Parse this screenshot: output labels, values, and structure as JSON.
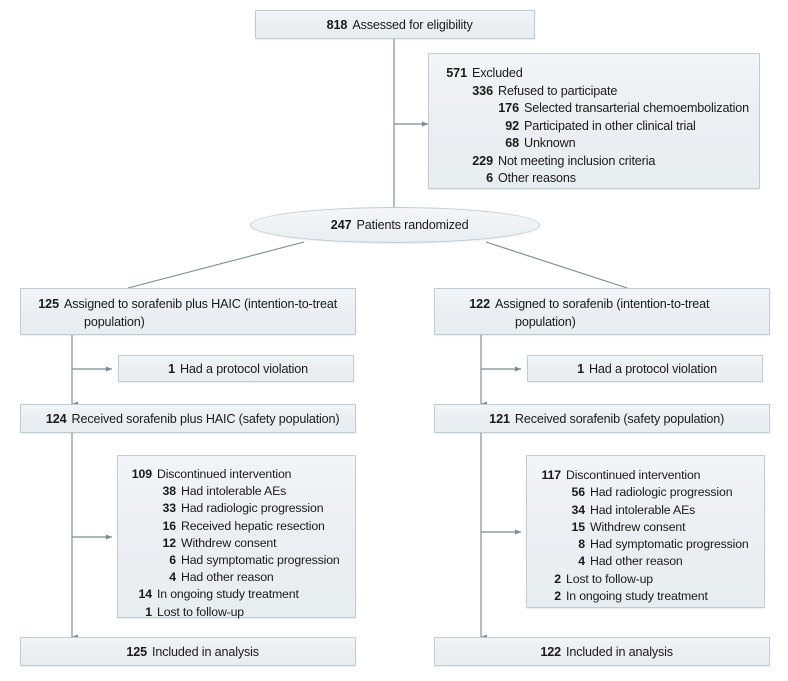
{
  "diagram": {
    "type": "consort-flow-diagram",
    "title": "Randomized clinical trial participant flow",
    "colors": {
      "box_fill": "#eceff2",
      "box_border": "#c3cbd2",
      "connector": "#7e8a92",
      "text": "#1a1a1a"
    },
    "nodes": {
      "assessed": {
        "name": "assessed-for-eligibility",
        "rows": [
          {
            "n": "818",
            "label": "Assessed for eligibility"
          }
        ]
      },
      "excluded": {
        "name": "excluded",
        "rows": [
          {
            "n": "571",
            "label": "Excluded",
            "indent": 0
          },
          {
            "n": "336",
            "label": "Refused to participate",
            "indent": 1
          },
          {
            "n": "176",
            "label": "Selected transarterial chemoembolization",
            "indent": 2
          },
          {
            "n": "92",
            "label": "Participated in other clinical trial",
            "indent": 2
          },
          {
            "n": "68",
            "label": "Unknown",
            "indent": 2
          },
          {
            "n": "229",
            "label": "Not meeting inclusion criteria",
            "indent": 1
          },
          {
            "n": "6",
            "label": "Other reasons",
            "indent": 1
          }
        ]
      },
      "randomized": {
        "name": "patients-randomized",
        "rows": [
          {
            "n": "247",
            "label": "Patients randomized"
          }
        ]
      },
      "left_assigned": {
        "name": "assigned-sorafenib-plus-haic",
        "rows": [
          {
            "n": "125",
            "label": "Assigned to sorafenib plus HAIC (intention-to-treat"
          }
        ],
        "continuation": "population)"
      },
      "right_assigned": {
        "name": "assigned-sorafenib",
        "rows": [
          {
            "n": "122",
            "label": "Assigned to sorafenib (intention-to-treat"
          }
        ],
        "continuation": "population)"
      },
      "left_violation": {
        "name": "left-protocol-violation",
        "rows": [
          {
            "n": "1",
            "label": "Had a protocol violation"
          }
        ]
      },
      "right_violation": {
        "name": "right-protocol-violation",
        "rows": [
          {
            "n": "1",
            "label": "Had a protocol violation"
          }
        ]
      },
      "left_received": {
        "name": "received-sorafenib-plus-haic-safety",
        "rows": [
          {
            "n": "124",
            "label": "Received sorafenib plus HAIC (safety population)"
          }
        ]
      },
      "right_received": {
        "name": "received-sorafenib-safety",
        "rows": [
          {
            "n": "121",
            "label": "Received sorafenib (safety population)"
          }
        ]
      },
      "left_discontinued": {
        "name": "left-discontinued-intervention",
        "rows": [
          {
            "n": "109",
            "label": "Discontinued intervention",
            "indent": 0
          },
          {
            "n": "38",
            "label": "Had intolerable AEs",
            "indent": 1
          },
          {
            "n": "33",
            "label": "Had radiologic progression",
            "indent": 1
          },
          {
            "n": "16",
            "label": "Received hepatic resection",
            "indent": 1
          },
          {
            "n": "12",
            "label": "Withdrew consent",
            "indent": 1
          },
          {
            "n": "6",
            "label": "Had symptomatic progression",
            "indent": 1
          },
          {
            "n": "4",
            "label": "Had other reason",
            "indent": 1
          },
          {
            "n": "14",
            "label": "In ongoing study treatment",
            "indent": 0
          },
          {
            "n": "1",
            "label": "Lost to follow-up",
            "indent": 0
          }
        ]
      },
      "right_discontinued": {
        "name": "right-discontinued-intervention",
        "rows": [
          {
            "n": "117",
            "label": "Discontinued intervention",
            "indent": 0
          },
          {
            "n": "56",
            "label": "Had radiologic progression",
            "indent": 1
          },
          {
            "n": "34",
            "label": "Had intolerable AEs",
            "indent": 1
          },
          {
            "n": "15",
            "label": "Withdrew consent",
            "indent": 1
          },
          {
            "n": "8",
            "label": "Had symptomatic progression",
            "indent": 1
          },
          {
            "n": "4",
            "label": "Had other reason",
            "indent": 1
          },
          {
            "n": "2",
            "label": "Lost to follow-up",
            "indent": 0
          },
          {
            "n": "2",
            "label": "In ongoing study treatment",
            "indent": 0
          }
        ]
      },
      "left_analysis": {
        "name": "left-included-in-analysis",
        "rows": [
          {
            "n": "125",
            "label": "Included in analysis"
          }
        ]
      },
      "right_analysis": {
        "name": "right-included-in-analysis",
        "rows": [
          {
            "n": "122",
            "label": "Included in analysis"
          }
        ]
      }
    },
    "chart_data": {
      "type": "table",
      "title": "CONSORT participant flow",
      "stages": [
        {
          "stage": "Assessed for eligibility",
          "n": 818
        },
        {
          "stage": "Excluded",
          "n": 571
        },
        {
          "stage": "Refused to participate",
          "n": 336
        },
        {
          "stage": "Selected transarterial chemoembolization",
          "n": 176
        },
        {
          "stage": "Participated in other clinical trial",
          "n": 92
        },
        {
          "stage": "Unknown",
          "n": 68
        },
        {
          "stage": "Not meeting inclusion criteria",
          "n": 229
        },
        {
          "stage": "Other reasons",
          "n": 6
        },
        {
          "stage": "Patients randomized",
          "n": 247
        },
        {
          "stage": "Assigned to sorafenib plus HAIC (ITT)",
          "n": 125
        },
        {
          "stage": "Assigned to sorafenib (ITT)",
          "n": 122
        },
        {
          "stage": "Left had a protocol violation",
          "n": 1
        },
        {
          "stage": "Right had a protocol violation",
          "n": 1
        },
        {
          "stage": "Received sorafenib plus HAIC (safety)",
          "n": 124
        },
        {
          "stage": "Received sorafenib (safety)",
          "n": 121
        },
        {
          "stage": "Left discontinued intervention",
          "n": 109
        },
        {
          "stage": "Right discontinued intervention",
          "n": 117
        },
        {
          "stage": "Left included in analysis",
          "n": 125
        },
        {
          "stage": "Right included in analysis",
          "n": 122
        }
      ]
    }
  }
}
